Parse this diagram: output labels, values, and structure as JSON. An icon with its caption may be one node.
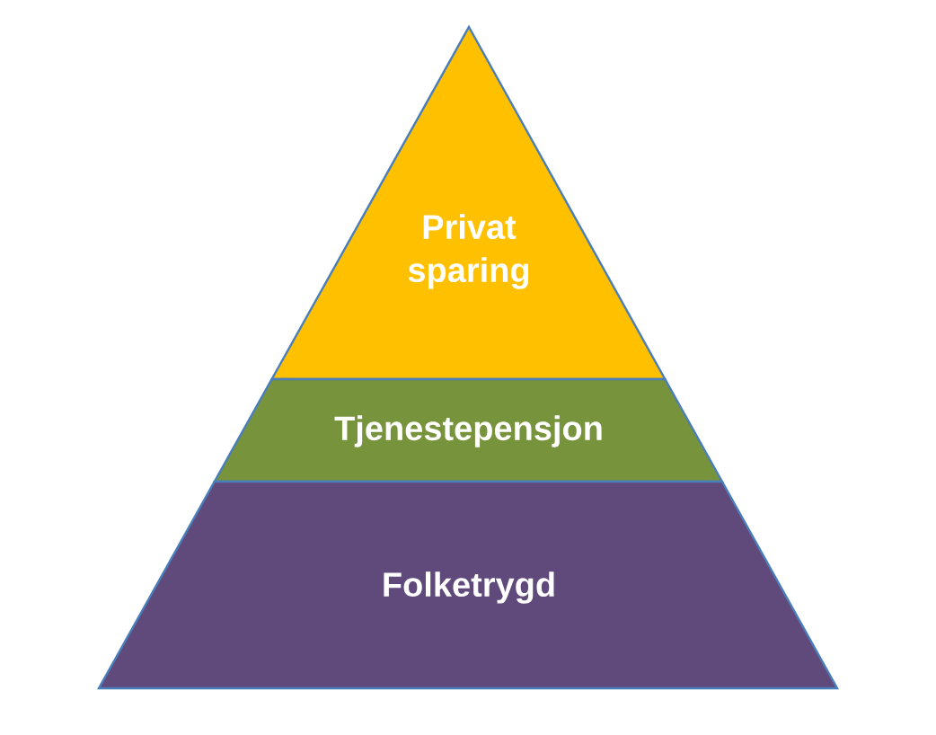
{
  "diagram": {
    "nodes": [
      {
        "text": [
          "Privat sparing"
        ]
      },
      {
        "text": [
          "Tjenestepensjon"
        ]
      },
      {
        "text": [
          "Folketrygd"
        ]
      }
    ]
  }
}
